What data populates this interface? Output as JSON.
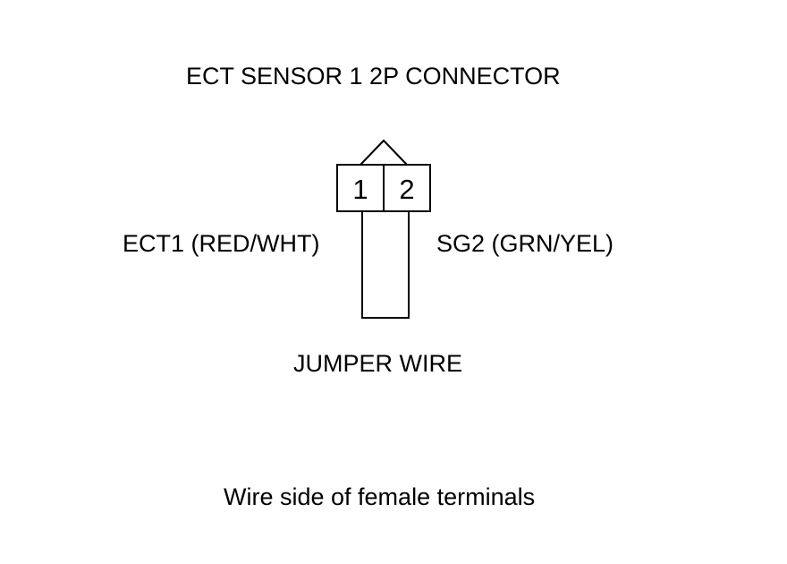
{
  "title": "ECT SENSOR 1 2P CONNECTOR",
  "connector": {
    "pins": [
      "1",
      "2"
    ]
  },
  "wires": {
    "left_label": "ECT1 (RED/WHT)",
    "right_label": "SG2 (GRN/YEL)"
  },
  "jumper_label": "JUMPER WIRE",
  "caption": "Wire side of female terminals",
  "colors": {
    "line": "#000000",
    "background": "#ffffff"
  }
}
